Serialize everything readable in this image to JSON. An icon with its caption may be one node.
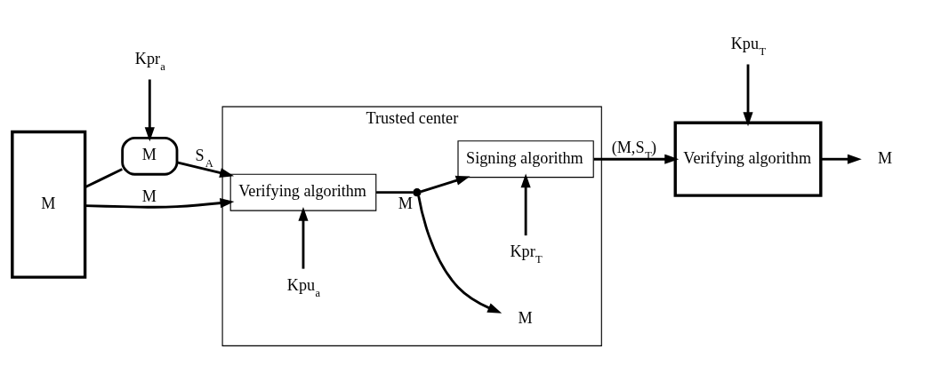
{
  "diagram": {
    "nodes": [
      {
        "text": [
          "M"
        ]
      },
      {
        "text": [
          "Kpr$_{a}$"
        ]
      },
      {
        "text": [
          "M"
        ]
      },
      {
        "text": [
          "Trusted center"
        ]
      },
      {
        "text": [
          "Kpu$_{a}$"
        ],
        "in": 3
      },
      {
        "text": [
          "Verifying algorithm"
        ],
        "in": 3
      },
      {
        "text": [
          "M"
        ],
        "in": 3
      },
      {
        "text": [],
        "shape": "circle",
        "in": 3,
        "beside": [
          "M"
        ]
      },
      {
        "text": [
          "Kpr$_{T}$"
        ],
        "in": 3
      },
      {
        "text": [
          "Signing algorithm"
        ],
        "in": 3
      },
      {
        "text": [
          "Kpu$_{T}$"
        ]
      },
      {
        "text": [
          "Verifying algorithm"
        ]
      },
      {
        "text": [
          "M"
        ]
      }
    ],
    "edges": [
      {
        "from": 0,
        "to": 2,
        "arrow": "none"
      },
      {
        "from": 1,
        "to": 2,
        "arrow": "to"
      },
      {
        "from": 2,
        "to": 5,
        "arrow": "to",
        "label": "S$_{A}$"
      },
      {
        "from": 0,
        "to": 5,
        "arrow": "to",
        "label": "M"
      },
      {
        "from": 4,
        "to": 5,
        "arrow": "to"
      },
      {
        "from": 5,
        "to": 7,
        "arrow": "none"
      },
      {
        "from": 7,
        "to": 6,
        "arrow": "to"
      },
      {
        "from": 7,
        "to": 9,
        "arrow": "to"
      },
      {
        "from": 8,
        "to": 9,
        "arrow": "to"
      },
      {
        "from": 9,
        "to": 11,
        "arrow": "to",
        "label": "(M,S$_{T}$)"
      },
      {
        "from": 10,
        "to": 11,
        "arrow": "to"
      },
      {
        "from": 11,
        "to": 12,
        "arrow": "to"
      }
    ]
  }
}
